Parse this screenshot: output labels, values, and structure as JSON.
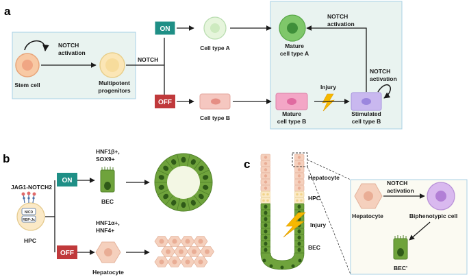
{
  "panels": {
    "a": "a",
    "b": "b",
    "c": "c"
  },
  "a": {
    "notch_loop": [
      "NOTCH",
      "activation"
    ],
    "stem_cell": "Stem cell",
    "multipotent": [
      "Multipotent",
      "progenitors"
    ],
    "notch": "NOTCH",
    "on": "ON",
    "off": "OFF",
    "cell_type_a": "Cell type A",
    "cell_type_b": "Cell type B",
    "mature_a": [
      "Mature",
      "cell type A"
    ],
    "notch_activation_top": [
      "NOTCH",
      "activation"
    ],
    "notch_activation_right": [
      "NOTCH",
      "activation"
    ],
    "injury": "Injury",
    "mature_b": [
      "Mature",
      "cell type B"
    ],
    "stimulated_b": [
      "Stimulated",
      "cell type B"
    ]
  },
  "b": {
    "jag": "JAG1-NOTCH2",
    "nicd": "NICD",
    "rbpjk": "RBP-Jκ",
    "hpc": "HPC",
    "on": "ON",
    "off": "OFF",
    "bec_markers": [
      "HNF1β+,",
      "SOX9+"
    ],
    "bec": "BEC",
    "hep_markers": [
      "HNF1α+,",
      "HNF4+"
    ],
    "hepatocyte": "Hepatocyte"
  },
  "c": {
    "hepatocyte": "Hepatocyte",
    "hpc": "HPC",
    "injury": "Injury",
    "bec": "BEC",
    "inset_notch": [
      "NOTCH",
      "activation"
    ],
    "inset_hepatocyte": "Hepatocyte",
    "biphenotypic": "Biphenotypic cell",
    "bec_prime": "BEC'"
  },
  "colors": {
    "panel_bg": "#e9f3f0",
    "panel_border": "#a8d0e6",
    "on_green": "#1f8f86",
    "off_red": "#c0393b",
    "bec_green": "#6fa33c",
    "hep_pink": "#f5d0bd",
    "injury_yellow": "#f5b800"
  }
}
